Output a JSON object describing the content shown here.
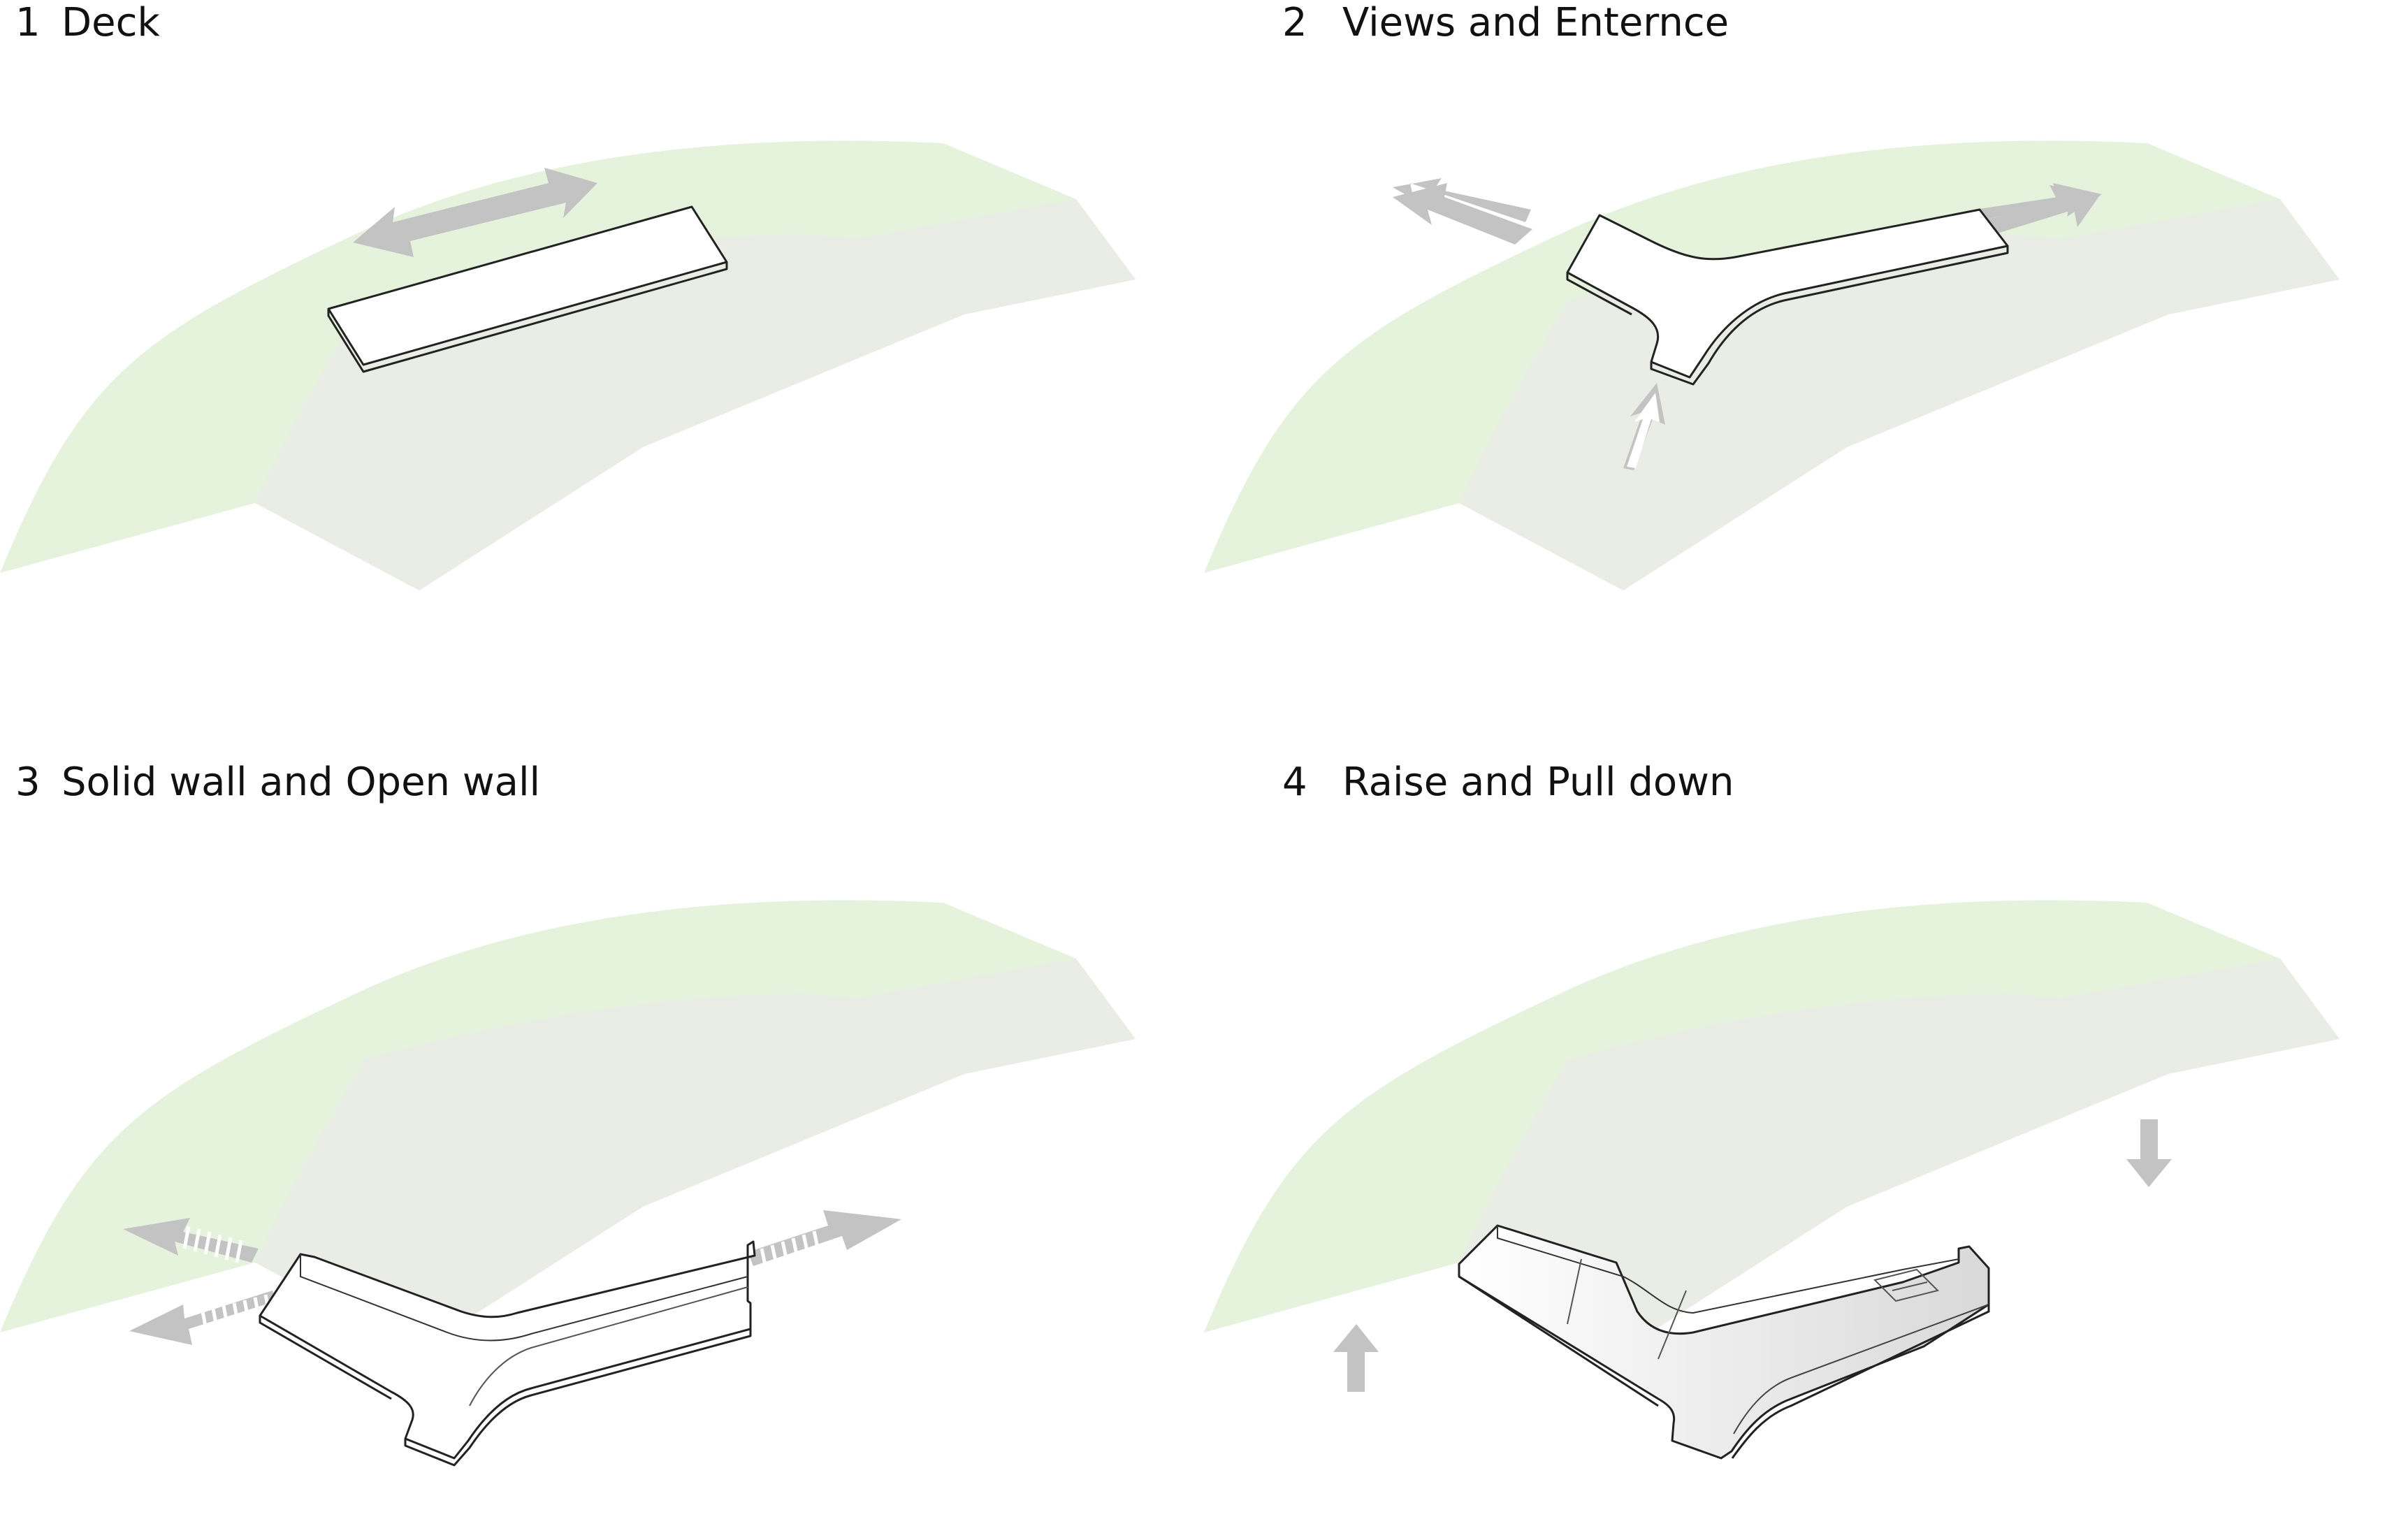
{
  "panels": [
    {
      "number": "1",
      "title": "Deck"
    },
    {
      "number": "2",
      "title": "Views and Enternce"
    },
    {
      "number": "3",
      "title": "Solid wall and Open wall"
    },
    {
      "number": "4",
      "title": "Raise and Pull down"
    }
  ],
  "colors": {
    "terrain_green": "#e6f3dc",
    "terrain_gray": "#e9ede6",
    "arrow_gray": "#c3c3c3",
    "deck_fill": "#ffffff",
    "deck_stroke": "#222222",
    "text": "#111111"
  }
}
